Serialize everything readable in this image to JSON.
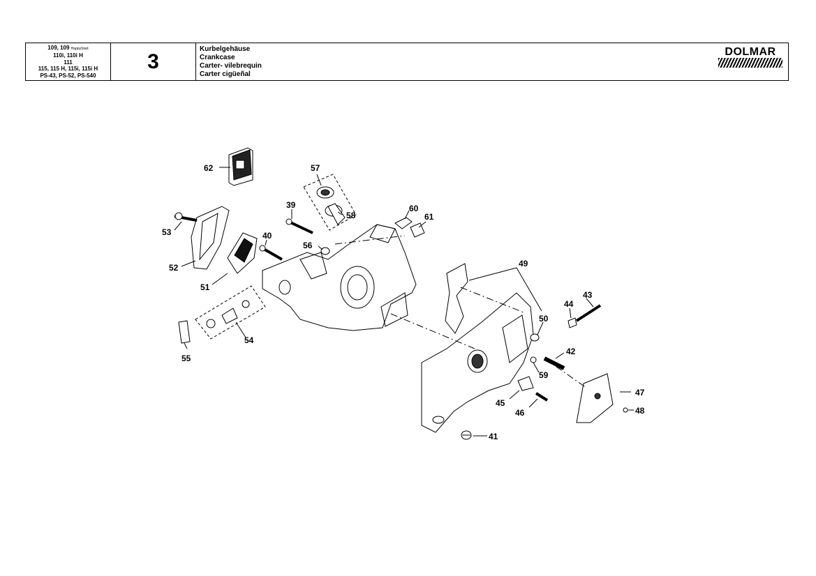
{
  "header": {
    "models": {
      "line1_main": "109, 109",
      "line1_small": "HappyStart",
      "line2": "110i, 110i H",
      "line3": "111",
      "line4": "115, 115 H, 115i, 115i H",
      "line5": "PS-43, PS-52, PS-540"
    },
    "page_number": "3",
    "titles": [
      "Kurbelgehäuse",
      "Crankcase",
      "Carter- vilebrequin",
      "Carter cigüeñal"
    ],
    "brand": "DOLMAR"
  },
  "callouts": [
    "62",
    "57",
    "39",
    "58",
    "60",
    "61",
    "53",
    "40",
    "56",
    "52",
    "51",
    "49",
    "43",
    "44",
    "50",
    "54",
    "55",
    "42",
    "59",
    "47",
    "45",
    "46",
    "48",
    "41"
  ]
}
